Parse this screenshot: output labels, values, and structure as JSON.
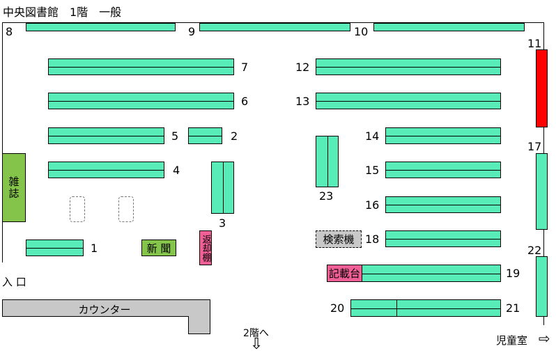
{
  "title": "中央図書館　1階　一般",
  "shelf_labels": {
    "s1": "1",
    "s2": "2",
    "s3": "3",
    "s4": "4",
    "s5": "5",
    "s6": "6",
    "s7": "7",
    "s8": "8",
    "s9": "9",
    "s10": "10",
    "s11": "11",
    "s12": "12",
    "s13": "13",
    "s14": "14",
    "s15": "15",
    "s16": "16",
    "s17": "17",
    "s18": "18",
    "s19": "19",
    "s20": "20",
    "s21": "21",
    "s22": "22",
    "s23": "23"
  },
  "areas": {
    "magazines": "雑誌",
    "newspapers": "新 聞",
    "return_shelf": "返却棚",
    "search_terminal": "検索機",
    "writing_desk": "記載台",
    "counter": "カウンター",
    "entrance": "入 口",
    "to_2f": "2階へ",
    "childrens_room": "児童室"
  },
  "arrows": {
    "down": "⇩",
    "right": "⇨"
  },
  "colors": {
    "shelf": "#57ecb8",
    "shelf_11": "#ff0000",
    "area_green": "#84c44b",
    "area_pink": "#f05f95",
    "counter_gray": "#c8c8c8"
  }
}
